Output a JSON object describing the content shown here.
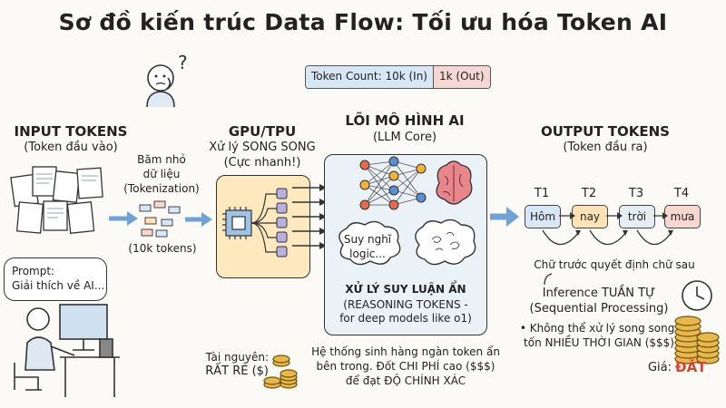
{
  "title": "Sơ đồ kiến trúc Data Flow: Tối ưu hóa Token AI",
  "token_count": {
    "in": "Token Count: 10k (In)",
    "sep": "|",
    "out": "1k (Out)"
  },
  "input": {
    "heading": "INPUT TOKENS",
    "sub": "(Token đầu vào)",
    "tokenize_l1": "Băm nhỏ",
    "tokenize_l2": "dữ liệu",
    "tokenize_l3": "(Tokenization)",
    "count": "(10k tokens)"
  },
  "prompt": {
    "l1": "Prompt:",
    "l2": "Giải thích về AI..."
  },
  "gpu": {
    "heading": "GPU/TPU",
    "l1": "Xử lý SONG SONG",
    "l2": "(Cực nhanh!)",
    "resource_label": "Tài nguyên:",
    "resource_value": "RẤT RẺ ($)"
  },
  "llm": {
    "heading": "LÕI MÔ HÌNH AI",
    "sub": "(LLM Core)",
    "think_l1": "Suy nghĩ",
    "think_l2": "logic...",
    "hidden_l1": "XỬ LÝ SUY LUẬN ẨN",
    "hidden_l2": "(REASONING TOKENS -",
    "hidden_l3": "for deep models like o1)",
    "note_l1": "Hệ thống sinh hàng ngàn token ẩn",
    "note_l2": "bên trong. Đốt CHI PHÍ cao ($$$)",
    "note_l3": "để đạt ĐỘ CHÍNH XÁC"
  },
  "output": {
    "heading": "OUTPUT TOKENS",
    "sub": "(Token đầu ra)",
    "tokens": [
      {
        "label": "T1",
        "word": "Hôm",
        "color": "#d7e7f6"
      },
      {
        "label": "T2",
        "word": "nay",
        "color": "#fde2b6"
      },
      {
        "label": "T3",
        "word": "trời",
        "color": "#e4eef3"
      },
      {
        "label": "T4",
        "word": "mưa",
        "color": "#f8d7d0"
      }
    ],
    "dependency": "Chữ trước quyết định chữ sau",
    "inference_l1": "Inference TUẦN TỰ",
    "inference_l2": "(Sequential Processing)",
    "bullet_l1": "• Không thể xử lý song song,",
    "bullet_l2": "tốn NHIỀU THỜI GIAN ($$$)",
    "price_label": "Giá:",
    "price_value": "ĐẮT"
  },
  "colors": {
    "accent_red": "#d8432e",
    "gpu_fill": "#fde9bd",
    "llm_fill": "#eaf2f8",
    "arrow_blue": "#6fa3d6"
  }
}
